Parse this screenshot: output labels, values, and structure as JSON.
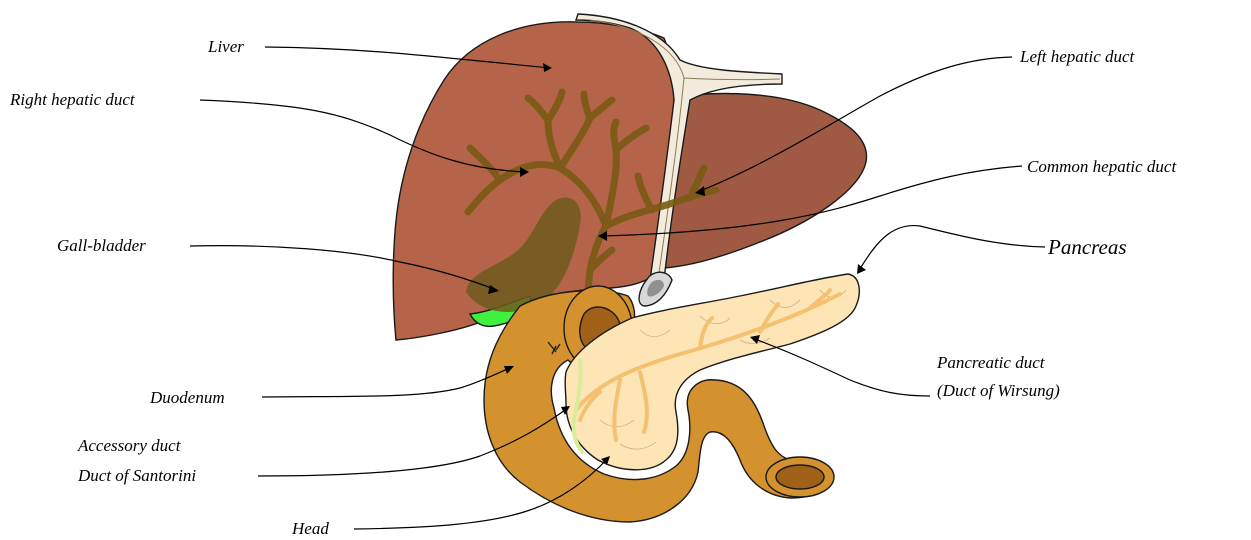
{
  "labels": {
    "liver": "Liver",
    "right_hepatic_duct": "Right hepatic duct",
    "gall_bladder": "Gall-bladder",
    "duodenum": "Duodenum",
    "accessory_duct_line1": "Accessory duct",
    "accessory_duct_line2": "Duct of Santorini",
    "head": "Head",
    "left_hepatic_duct": "Left hepatic duct",
    "common_hepatic_duct": "Common hepatic duct",
    "pancreas": "Pancreas",
    "pancreatic_duct_line1": "Pancreatic duct",
    "pancreatic_duct_line2": "(Duct of Wirsung)"
  },
  "colors": {
    "liver_right_lobe": "#b5644a",
    "liver_left_lobe": "#a05a44",
    "bile_duct": "#7a5a14",
    "ligament": "#f3ecdc",
    "gall_bladder": "#6f5a1c",
    "gall_bladder_visible": "#3ff03f",
    "duodenum": "#d3922e",
    "duodenum_lumen": "#a06018",
    "pancreas": "#fde5b6",
    "pancreatic_duct": "#f5c070",
    "accessory_duct": "#d9ec9a"
  }
}
